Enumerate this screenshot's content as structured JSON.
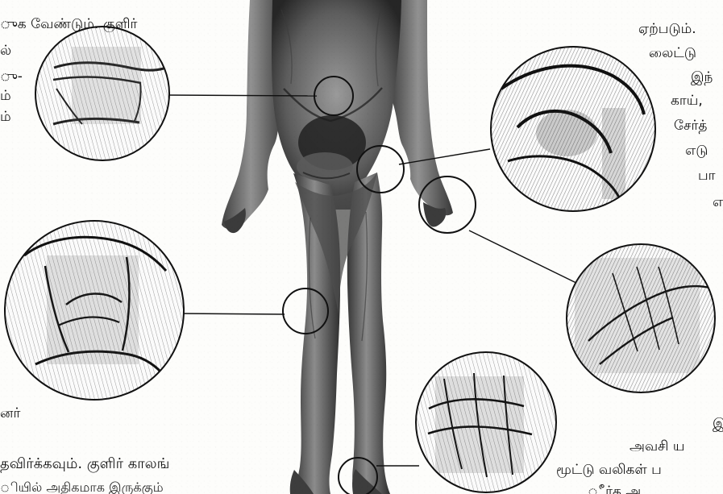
{
  "text_fragments": {
    "top_left_line_1": "ுக வேண்டும். குளிர்",
    "top_left_line_2": "ல்",
    "top_left_line_3": "ு-",
    "top_left_line_4": "ம்",
    "top_left_line_5": "ம்",
    "left_bottom_word": "னர்",
    "bottom_left_line_1": "தவிர்க்கவும். குளிர் காலங்",
    "bottom_left_line_2": "ியில் அதிகமாக இருக்கும்",
    "top_right_line_1": "ஏற்படும்.",
    "top_right_line_2": "லைட்டு",
    "top_right_line_3": "இந்",
    "top_right_line_4": "காய்,",
    "top_right_line_5": "சேர்த்",
    "top_right_line_6": "எடு",
    "top_right_line_7": "பா",
    "top_right_line_8": "எ",
    "right_bottom_word": "இ",
    "bottom_right_line_1": "அவசி ய",
    "bottom_right_line_2": "மூட்டு வலிகள் ப",
    "bottom_right_line_3": "ீர்க அ"
  },
  "colors": {
    "ink": "#111111",
    "body_shade": "#6f6f6f",
    "body_dark": "#2b2b2b",
    "paper": "#fdfdfb"
  },
  "icons": {
    "anatomy": "human-body-illustration"
  }
}
